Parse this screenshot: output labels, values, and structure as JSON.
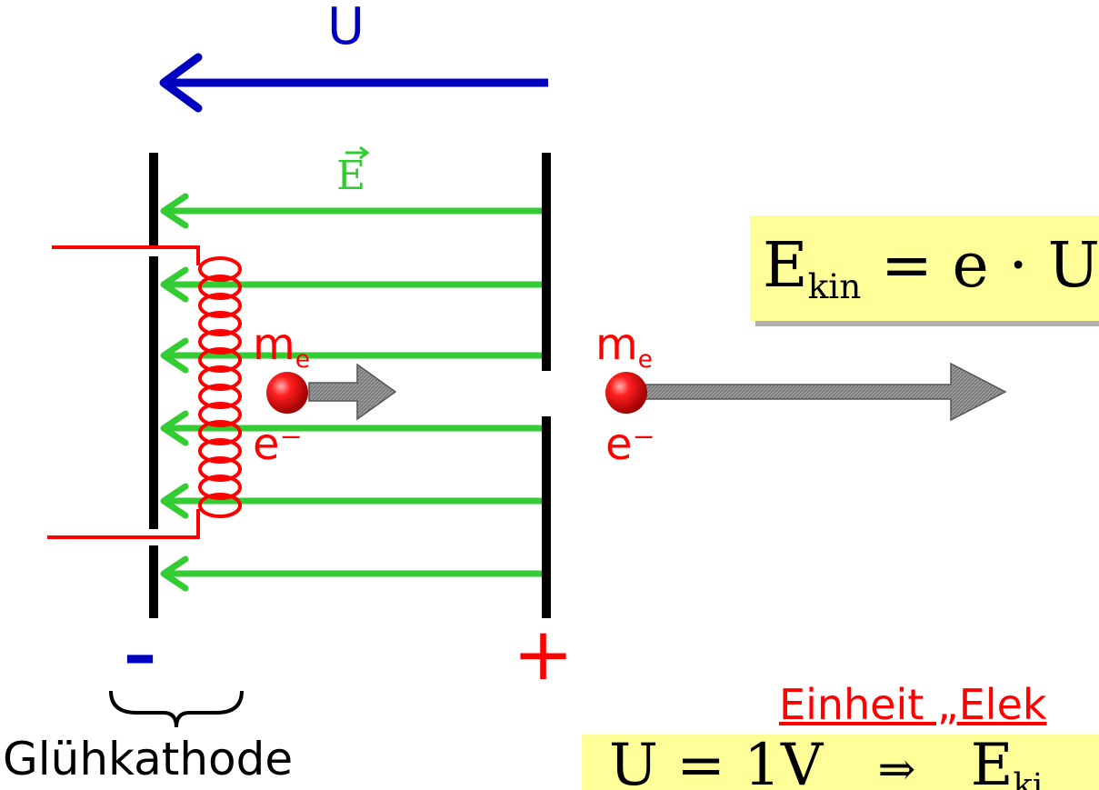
{
  "voltage_label": "U",
  "field_label": "E",
  "electron": {
    "mass_symbol": "m",
    "mass_subscript": "e",
    "charge_symbol": "e⁻"
  },
  "cathode": {
    "polarity": "–",
    "label": "Glühkathode"
  },
  "anode": {
    "polarity": "+"
  },
  "formula_kinetic": {
    "lhs": "E",
    "lhs_sub": "kin",
    "rhs": "= e · U"
  },
  "unit_heading": "Einheit „Elek",
  "formula_unit": {
    "lhs": "U = 1V",
    "arrow": "⇒",
    "rhs": "E",
    "rhs_sub": "ki"
  },
  "colors": {
    "voltage_arrow": "#0000c0",
    "field_lines": "#33cc33",
    "filament": "#ff0000",
    "plates": "#000000",
    "formula_bg": "#ffff99"
  }
}
